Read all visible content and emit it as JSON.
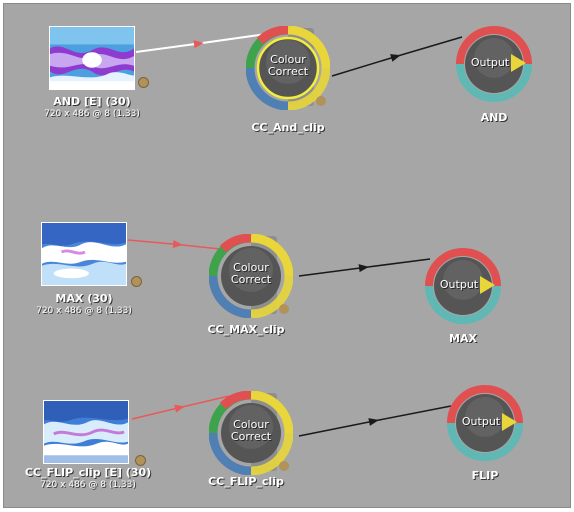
{
  "colors": {
    "canvas": "#a6a6a6",
    "wire_selected": "#ffffff",
    "wire_input": "#e85a5a",
    "wire_output": "#1a1a1a",
    "ring_red": "#e05050",
    "ring_green": "#3fa34d",
    "ring_blue": "#4f7fb3",
    "ring_yellow": "#e8d63a",
    "ring_teal": "#5fb8b4",
    "node_body": "#555555"
  },
  "rows": [
    {
      "clip": {
        "name": "AND [E] (30)",
        "dims": "720 x 486 @ 8 (1.33)"
      },
      "cc_node": {
        "text_line1": "Colour",
        "text_line2": "Correct",
        "label": "CC_And_clip",
        "selected": true
      },
      "output": {
        "text": "Output",
        "label": "AND"
      }
    },
    {
      "clip": {
        "name": "MAX (30)",
        "dims": "720 x 486 @ 8 (1.33)"
      },
      "cc_node": {
        "text_line1": "Colour",
        "text_line2": "Correct",
        "label": "CC_MAX_clip",
        "selected": false
      },
      "output": {
        "text": "Output",
        "label": "MAX"
      }
    },
    {
      "clip": {
        "name": "CC_FLIP_clip [E] (30)",
        "dims": "720 x 486 @ 8 (1.33)"
      },
      "cc_node": {
        "text_line1": "Colour",
        "text_line2": "Correct",
        "label": "CC_FLIP_clip",
        "selected": false
      },
      "output": {
        "text": "Output",
        "label": "FLIP"
      }
    }
  ]
}
